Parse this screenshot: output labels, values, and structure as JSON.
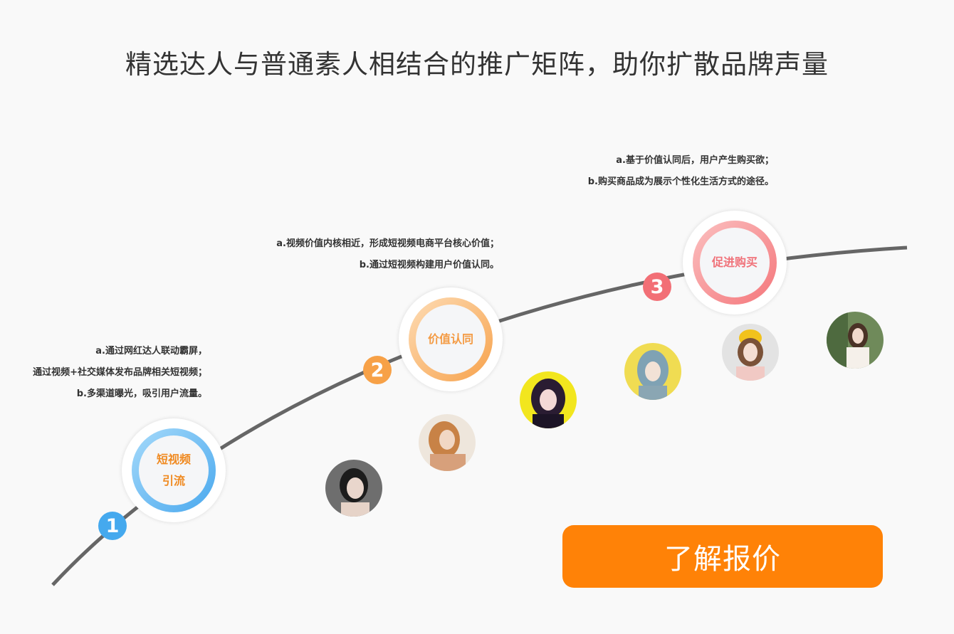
{
  "title": "精选达人与普通素人相结合的推广矩阵，助你扩散品牌声量",
  "stages": [
    {
      "number": "1",
      "label_line1": "短视频",
      "label_line2": "引流",
      "desc": [
        "a.通过网红达人联动霸屏，",
        "通过视频+社交媒体发布品牌相关短视频；",
        "b.多渠道曝光，吸引用户流量。"
      ]
    },
    {
      "number": "2",
      "label_line1": "价值认同",
      "label_line2": "",
      "desc": [
        "a.视频价值内核相近，形成短视频电商平台核心价值；",
        "b.通过短视频构建用户价值认同。"
      ]
    },
    {
      "number": "3",
      "label_line1": "促进购买",
      "label_line2": "",
      "desc": [
        "a.基于价值认同后，用户产生购买欲；",
        "b.购买商品成为展示个性化生活方式的途径。"
      ]
    }
  ],
  "cta": {
    "label": "了解报价"
  },
  "colors": {
    "stage1": "#45a9ee",
    "stage2": "#f7a147",
    "stage3": "#f26f76",
    "cta": "#ff8207",
    "curve": "#666666"
  }
}
